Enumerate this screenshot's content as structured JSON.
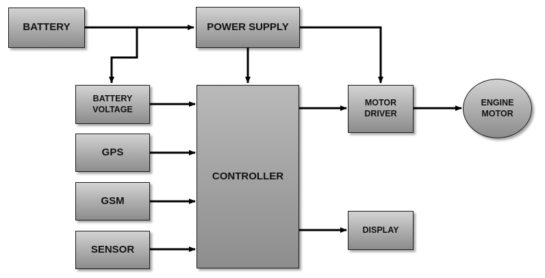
{
  "blocks": {
    "battery": "BATTERY",
    "power_supply": "POWER SUPPLY",
    "battery_voltage_line1": "BATTERY",
    "battery_voltage_line2": "VOLTAGE",
    "gps": "GPS",
    "gsm": "GSM",
    "sensor": "SENSOR",
    "controller": "CONTROLLER",
    "motor_driver_line1": "MOTOR",
    "motor_driver_line2": "DRIVER",
    "engine_motor_line1": "ENGINE",
    "engine_motor_line2": "MOTOR",
    "display": "DISPLAY"
  },
  "colors": {
    "block_fill_top": "#d3d3d3",
    "block_fill_bottom": "#8c8c8c",
    "border": "#1a1a1a",
    "arrow": "#000000"
  }
}
